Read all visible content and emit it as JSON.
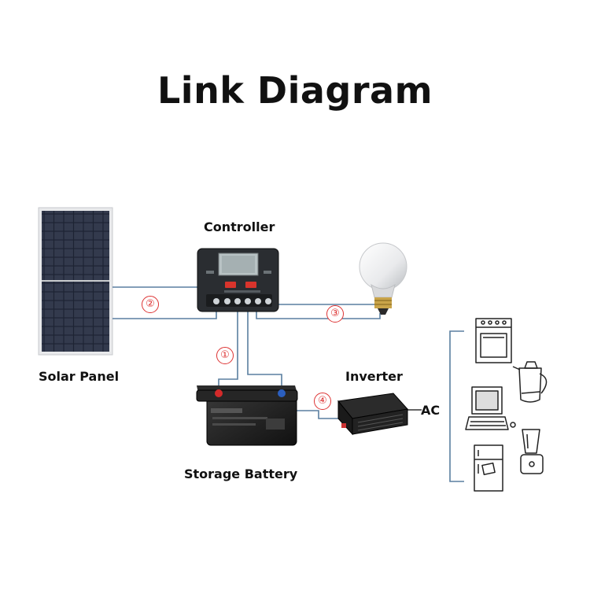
{
  "title": "Link Diagram",
  "labels": {
    "controller": "Controller",
    "solar_panel": "Solar Panel",
    "inverter": "Inverter",
    "ac": "AC",
    "battery": "Storage Battery"
  },
  "connections": [
    {
      "marker": "①",
      "description": ""
    },
    {
      "marker": "②",
      "description": ""
    },
    {
      "marker": "③",
      "description": ""
    },
    {
      "marker": "④",
      "description": ""
    }
  ],
  "colors": {
    "wire": "#5a7fa0",
    "marker": "#dd3333",
    "display_red": "#d8342c"
  },
  "icons": [
    "solar-panel-icon",
    "charge-controller-icon",
    "light-bulb-icon",
    "battery-icon",
    "inverter-icon",
    "oven-icon",
    "kettle-icon",
    "computer-icon",
    "blender-icon",
    "refrigerator-icon"
  ]
}
